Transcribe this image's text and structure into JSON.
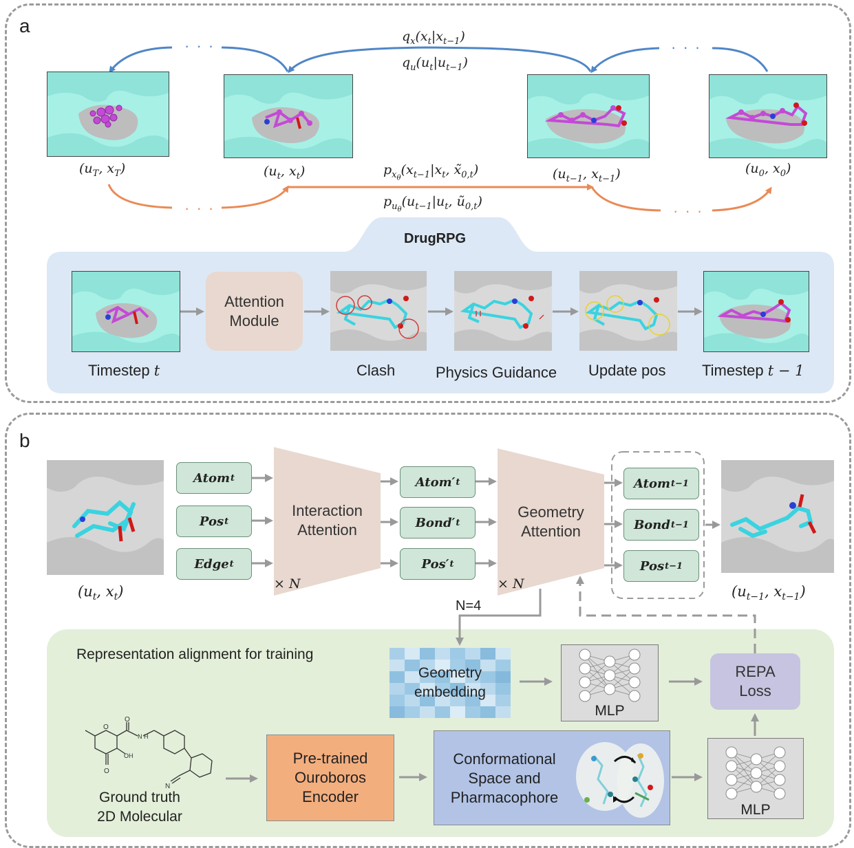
{
  "panel_a": {
    "letter": "a",
    "forward_q_x": "q_x(x_t | x_{t−1})",
    "forward_q_u": "q_u(u_t | u_{t−1})",
    "reverse_p_x": "p_xθ(x_{t−1} | x_t, x̃_{0,t})",
    "reverse_p_u": "p_uθ(u_{t−1} | u_t, ũ_{0,t})",
    "ellipsis": "· · ·",
    "state_labels": [
      "(u_T, x_T)",
      "(u_t, x_t)",
      "(u_{t−1}, x_{t−1})",
      "(u_0, x_0)"
    ],
    "model_name": "DrugRPG",
    "pipeline": {
      "attention_module": "Attention\nModule",
      "labels": [
        "Timestep t",
        "Clash",
        "Physics Guidance",
        "Update pos",
        "Timestep t − 1"
      ]
    }
  },
  "panel_b": {
    "letter": "b",
    "input_label": "(u_t, x_t)",
    "output_label": "(u_{t−1}, x_{t−1})",
    "input_tokens": [
      "Atom_t",
      "Pos_t",
      "Edge_t"
    ],
    "mid_tokens": [
      "Atom′_t",
      "Bond′_t",
      "Pos′_t"
    ],
    "output_tokens": [
      "Atom_{t−1}",
      "Bond_{t−1}",
      "Pos_{t−1}"
    ],
    "interaction_attention": "Interaction\nAttention",
    "geometry_attention": "Geometry\nAttention",
    "repeat": "× N",
    "n_value": "N=4",
    "alignment_title": "Representation alignment for training",
    "geometry_embedding": "Geometry\nembedding",
    "mlp": "MLP",
    "repa_loss": "REPA\nLoss",
    "ground_truth": "Ground truth\n2D Molecular",
    "encoder": "Pre-trained\nOuroboros\nEncoder",
    "conformational": "Conformational\nSpace and\nPharmacophore",
    "molecule_atoms": {
      "o": "O",
      "oh": "OH",
      "n": "N",
      "nh": "N H"
    }
  },
  "colors": {
    "protein_cyan": "#a7f0e6",
    "ligand_magenta": "#c34ad6",
    "ligand_cyan": "#3ad3e0",
    "forward_arrow": "#4f86c6",
    "reverse_arrow": "#ea8a55",
    "drugrpg_bg": "#dce8f5",
    "alignment_bg": "#e3efd9",
    "attention_trapezoid": "#e8d8cf",
    "encoder_orange": "#f3ae7e",
    "conformational_blue": "#b2c3e6",
    "repa_purple": "#c6c4e0",
    "token_green": "#cfe6d8"
  }
}
